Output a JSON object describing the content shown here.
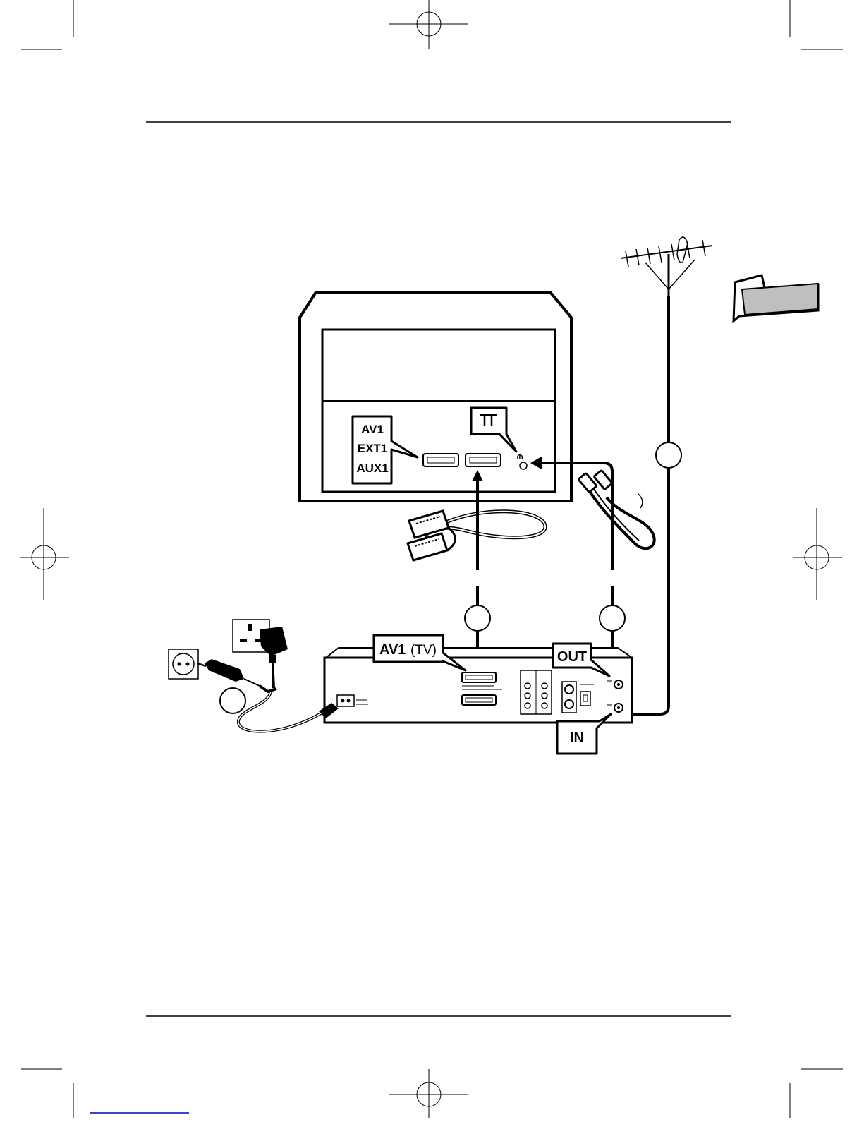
{
  "labels": {
    "tv_scart_box": [
      "AV1",
      "EXT1",
      "AUX1"
    ],
    "dvd_av1_bold": "AV1",
    "dvd_av1_paren": "(TV)",
    "out": "OUT",
    "in": "IN",
    "antenna_symbol": "⫙"
  },
  "colors": {
    "ink": "#000000",
    "paper": "#ffffff",
    "tab_fill": "#bfbfbf",
    "bottom_link": "#0000cc"
  },
  "icons": [
    "registration-crosshair-icon",
    "antenna-icon",
    "tab-icon",
    "plug-icon",
    "wall-socket-icon"
  ]
}
